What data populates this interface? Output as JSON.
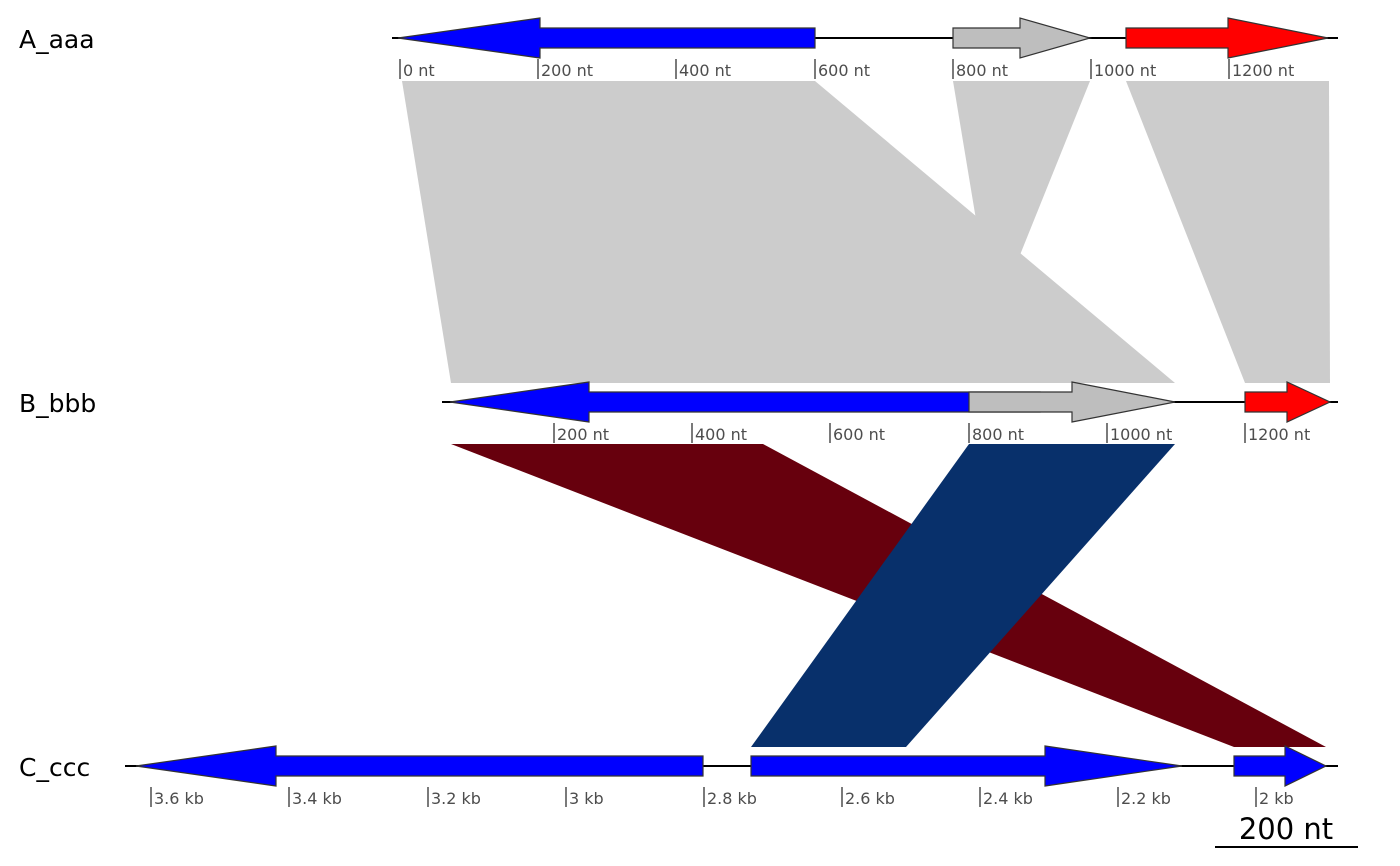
{
  "colors": {
    "blue": "#0000ff",
    "grey": "#bebebe",
    "red": "#ff0000",
    "similarity": "#cccccc",
    "dark_red": "#67000d",
    "dark_blue": "#08306b",
    "gene_stroke": "#333333",
    "tick": "#4d4d4d"
  },
  "tracks": [
    {
      "id": "A_aaa",
      "label": "A_aaa",
      "ticks": [
        "0 nt",
        "200 nt",
        "400 nt",
        "600 nt",
        "800 nt",
        "1000 nt",
        "1200 nt"
      ],
      "genes": [
        {
          "color": "blue",
          "strand": "reverse"
        },
        {
          "color": "grey",
          "strand": "forward"
        },
        {
          "color": "red",
          "strand": "forward"
        }
      ]
    },
    {
      "id": "B_bbb",
      "label": "B_bbb",
      "ticks": [
        "200 nt",
        "400 nt",
        "600 nt",
        "800 nt",
        "1000 nt",
        "1200 nt"
      ],
      "genes": [
        {
          "color": "blue",
          "strand": "reverse"
        },
        {
          "color": "grey",
          "strand": "forward"
        },
        {
          "color": "red",
          "strand": "forward"
        }
      ]
    },
    {
      "id": "C_ccc",
      "label": "C_ccc",
      "ticks": [
        "3.6 kb",
        "3.4 kb",
        "3.2 kb",
        "3 kb",
        "2.8 kb",
        "2.6 kb",
        "2.4 kb",
        "2.2 kb",
        "2 kb"
      ],
      "genes": [
        {
          "color": "blue",
          "strand": "reverse"
        },
        {
          "color": "blue",
          "strand": "forward"
        },
        {
          "color": "blue",
          "strand": "forward"
        }
      ]
    }
  ],
  "links": [
    {
      "between": [
        "A_aaa",
        "B_bbb"
      ],
      "color": "similarity"
    },
    {
      "between": [
        "A_aaa",
        "B_bbb"
      ],
      "color": "similarity"
    },
    {
      "between": [
        "A_aaa",
        "B_bbb"
      ],
      "color": "similarity"
    },
    {
      "between": [
        "B_bbb",
        "C_ccc"
      ],
      "color": "dark_red"
    },
    {
      "between": [
        "B_bbb",
        "C_ccc"
      ],
      "color": "dark_blue"
    }
  ],
  "scale_bar": {
    "label": "200 nt"
  }
}
